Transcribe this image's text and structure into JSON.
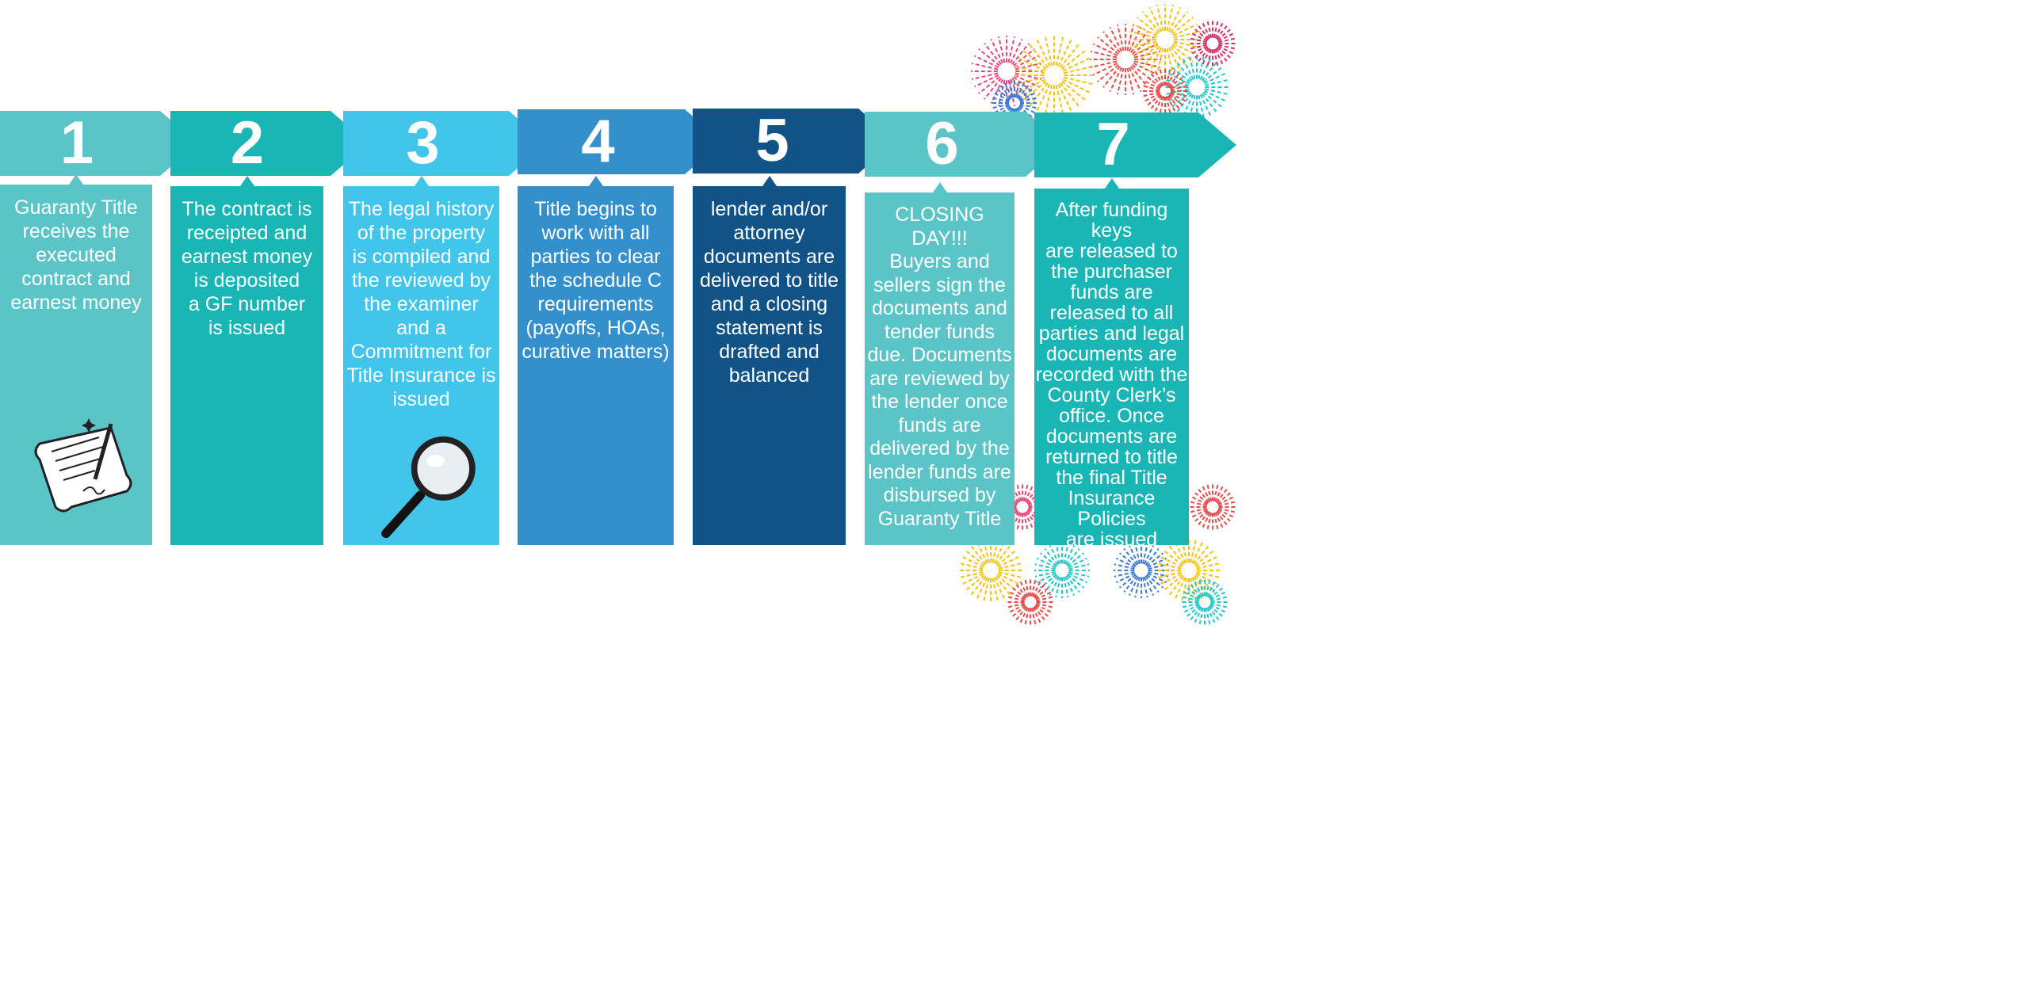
{
  "steps": [
    {
      "number": "1",
      "color": "#5bc4c6",
      "text": "Guaranty Title\nreceives the\nexecuted\ncontract and\nearnest money"
    },
    {
      "number": "2",
      "color": "#1ab5b5",
      "text": "The contract is\nreceipted and\nearnest money\nis deposited\na GF number\nis issued"
    },
    {
      "number": "3",
      "color": "#42c5ea",
      "text": "The legal history\nof the property\nis compiled and\nthe reviewed by\nthe examiner\nand a\nCommitment for\nTitle Insurance is\nissued"
    },
    {
      "number": "4",
      "color": "#3390cc",
      "text": "Title begins to\nwork with all\nparties to clear\nthe schedule C\nrequirements\n(payoffs, HOAs,\ncurative matters)"
    },
    {
      "number": "5",
      "color": "#125387",
      "text": "lender and/or\nattorney\ndocuments are\ndelivered to title\nand a closing\nstatement is\ndrafted and\nbalanced"
    },
    {
      "number": "6",
      "color": "#5bc4c6",
      "text": "CLOSING DAY!!!\nBuyers and\nsellers sign the\ndocuments and\ntender funds\ndue. Documents\nare reviewed by\nthe lender once\nfunds are\ndelivered by the\nlender funds are\ndisbursed by\nGuaranty Title"
    },
    {
      "number": "7",
      "color": "#1ab5b5",
      "text": "After funding keys\nare released to\nthe purchaser\nfunds are\nreleased to all\nparties and legal\ndocuments are\nrecorded with the\nCounty Clerk’s\noffice. Once\ndocuments are\nreturned to title\nthe final Title\nInsurance Policies\nare issued"
    }
  ]
}
